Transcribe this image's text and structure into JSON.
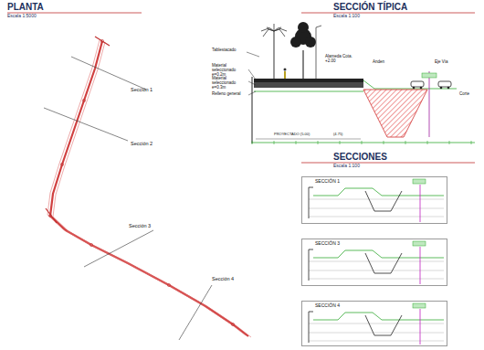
{
  "diagram": {
    "nodes": [
      {
        "text": [
          "SECCIÓN 1"
        ]
      },
      {
        "text": [
          "SECCIÓN 3"
        ]
      },
      {
        "text": [
          "SECCIÓN 4"
        ]
      }
    ],
    "labels": [
      "PLANTA",
      "Escala 1:5000",
      "Sección 1",
      "Sección 2",
      "Sección 3",
      "Sección 4",
      "SECCIÓN TÍPICA",
      "Escala 1:100",
      "Tablestacado",
      "Material seleccionado e=0.2m",
      "Material seleccionado e=0.3m",
      "Relleno general",
      "Alameda Cota. +2.00",
      "Anden",
      "Eje Vía",
      "Corte",
      "PROYECTADO (5.00)",
      "(4.75)",
      "SECCIONES",
      "Escala 1:100"
    ]
  }
}
